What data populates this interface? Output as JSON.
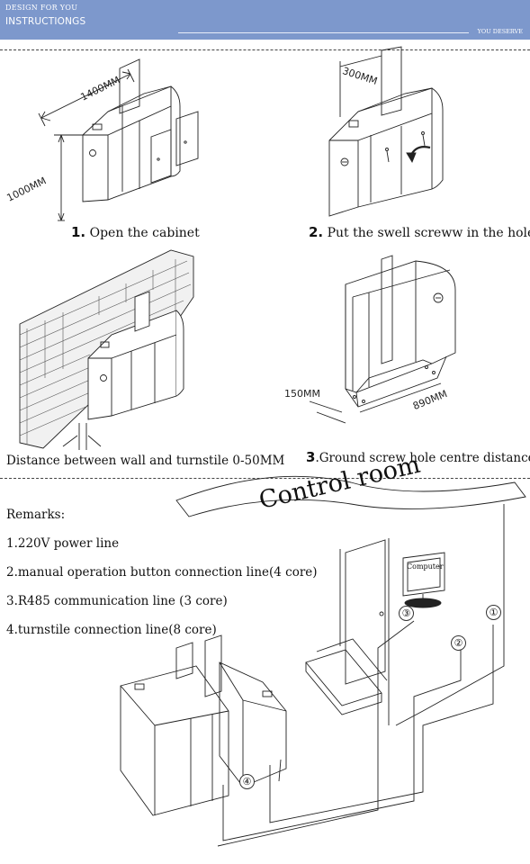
{
  "header": {
    "tagline": "DESIGN FOR YOU",
    "title": "INSTRUCTIONGS",
    "tagline_right": "YOU DESERVE",
    "background_color": "#7d98cc"
  },
  "steps": {
    "step1": {
      "number": "1.",
      "caption": "Open the cabinet"
    },
    "step2": {
      "number": "2.",
      "caption": "Put the swell screww in the hole"
    },
    "step3": {
      "number": "3",
      "caption": ".Ground screw hole centre distance"
    },
    "wall_note": "Distance between wall and turnstile 0-50MM"
  },
  "dimensions": {
    "width": "1400MM",
    "height": "1000MM",
    "gate_offset": "300MM",
    "screw_offset": "150MM",
    "screw_distance": "890MM"
  },
  "remarks": {
    "title": "Remarks:",
    "items": [
      "1.220V power line",
      "2.manual operation button connection line(4 core)",
      "3.R485 communication line (3 core)",
      "4.turnstile connection line(8 core)"
    ]
  },
  "control_room": {
    "label": "Control room",
    "computer_label": "Computer",
    "markers": [
      "①",
      "②",
      "③",
      "④"
    ]
  }
}
